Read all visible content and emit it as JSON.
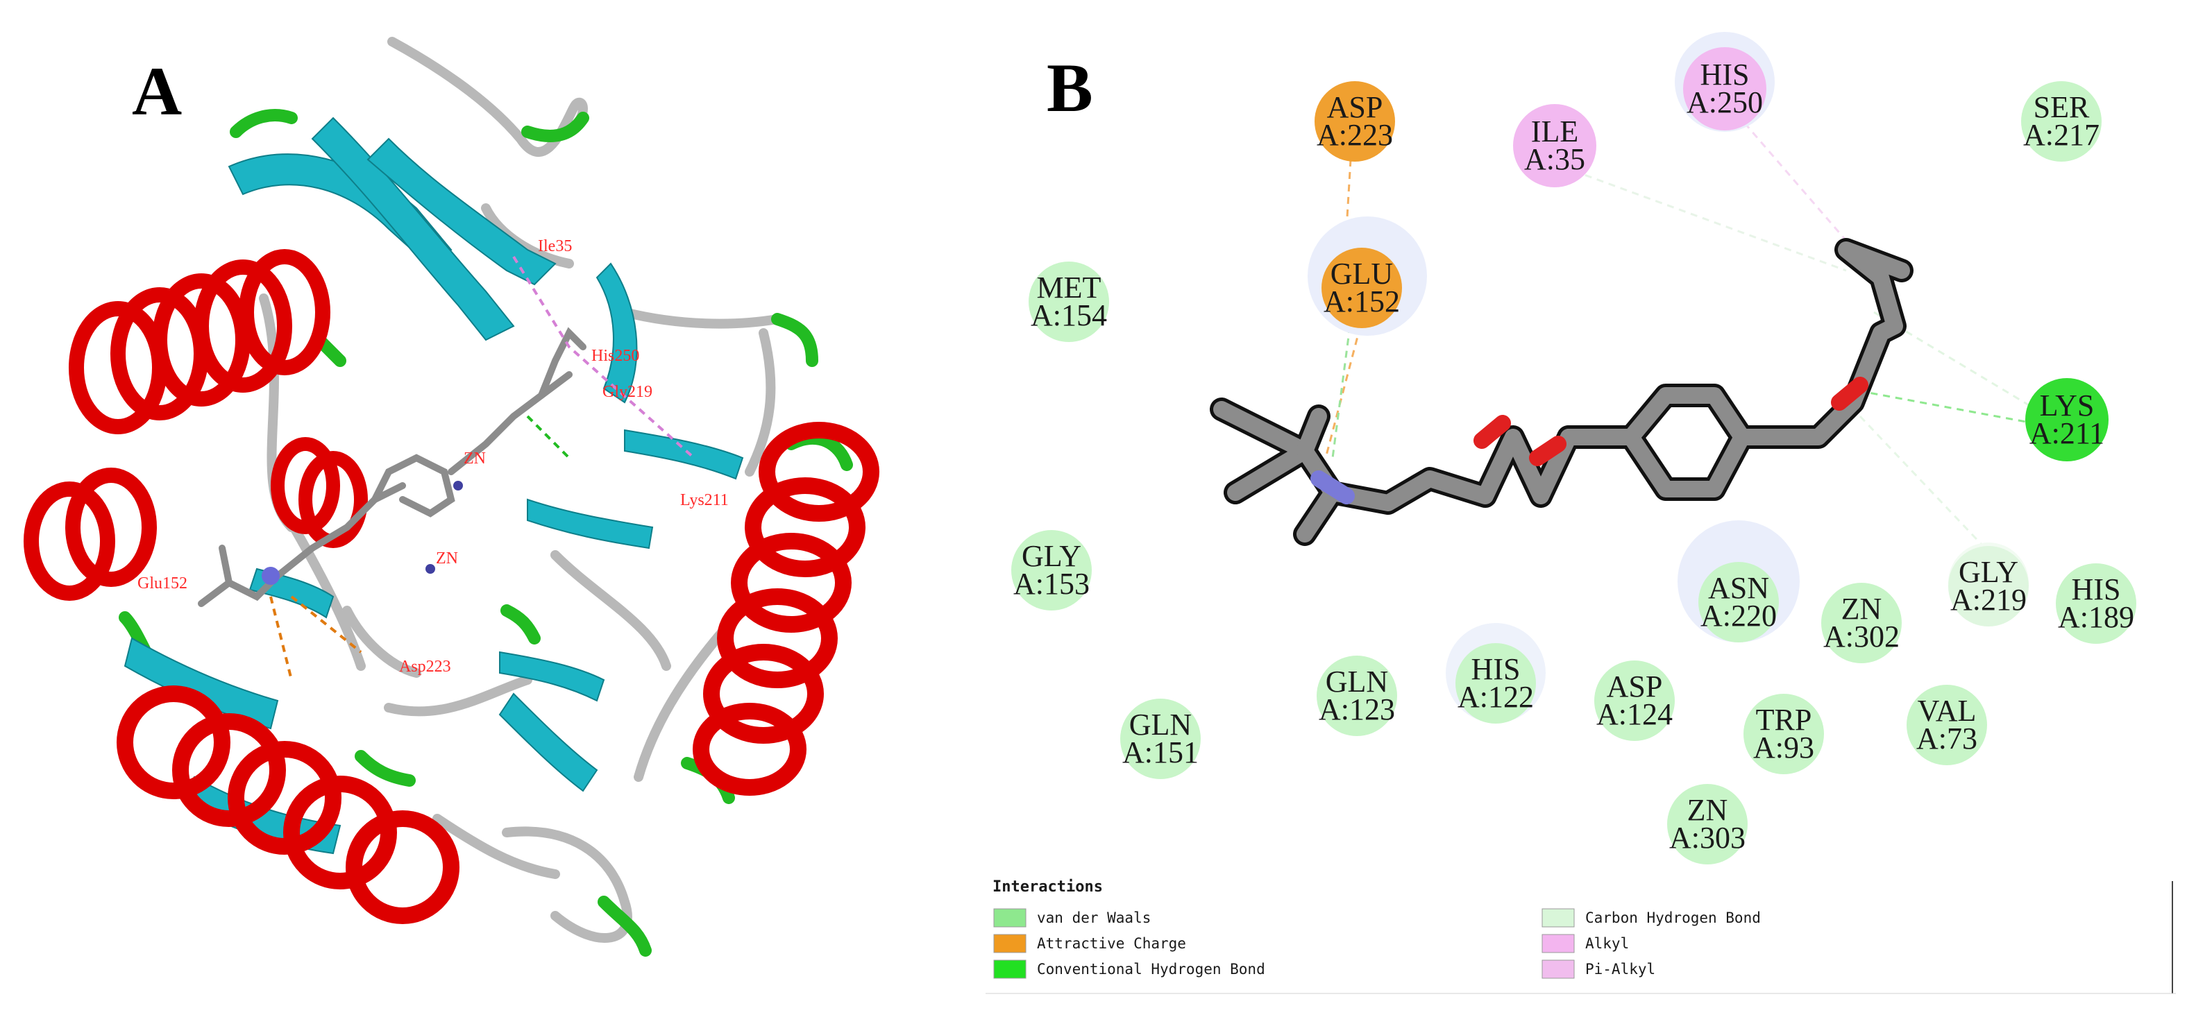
{
  "panels": {
    "a_label": "A",
    "b_label": "B"
  },
  "panel_a": {
    "residue_labels": [
      "Ile35",
      "His250",
      "Gly219",
      "Lys211",
      "Glu152",
      "Asp223"
    ],
    "zn_labels": [
      "ZN",
      "ZN"
    ]
  },
  "panel_b": {
    "residues": [
      {
        "name": "ASP",
        "id": "A:223",
        "type": "Attractive Charge",
        "color": "#f0a030"
      },
      {
        "name": "GLU",
        "id": "A:152",
        "type": "Attractive Charge",
        "color": "#f0a030"
      },
      {
        "name": "ILE",
        "id": "A:35",
        "type": "Alkyl",
        "color": "#f2b9f0"
      },
      {
        "name": "HIS",
        "id": "A:250",
        "type": "Pi-Alkyl",
        "color": "#f2b9f0"
      },
      {
        "name": "SER",
        "id": "A:217",
        "type": "van der Waals",
        "color": "#c8f5c8"
      },
      {
        "name": "MET",
        "id": "A:154",
        "type": "van der Waals",
        "color": "#c8f5c8"
      },
      {
        "name": "LYS",
        "id": "A:211",
        "type": "Conventional Hydrogen Bond",
        "color": "#33dd33"
      },
      {
        "name": "GLY",
        "id": "A:153",
        "type": "van der Waals",
        "color": "#c8f5c8"
      },
      {
        "name": "ASN",
        "id": "A:220",
        "type": "van der Waals",
        "color": "#c8f5c8"
      },
      {
        "name": "GLY",
        "id": "A:219",
        "type": "Carbon Hydrogen Bond",
        "color": "#dff6df"
      },
      {
        "name": "HIS",
        "id": "A:189",
        "type": "van der Waals",
        "color": "#c8f5c8"
      },
      {
        "name": "ZN",
        "id": "A:302",
        "type": "van der Waals",
        "color": "#c8f5c8"
      },
      {
        "name": "GLN",
        "id": "A:123",
        "type": "van der Waals",
        "color": "#c8f5c8"
      },
      {
        "name": "HIS",
        "id": "A:122",
        "type": "van der Waals",
        "color": "#c8f5c8"
      },
      {
        "name": "ASP",
        "id": "A:124",
        "type": "van der Waals",
        "color": "#c8f5c8"
      },
      {
        "name": "TRP",
        "id": "A:93",
        "type": "van der Waals",
        "color": "#c8f5c8"
      },
      {
        "name": "VAL",
        "id": "A:73",
        "type": "van der Waals",
        "color": "#c8f5c8"
      },
      {
        "name": "GLN",
        "id": "A:151",
        "type": "van der Waals",
        "color": "#c8f5c8"
      },
      {
        "name": "ZN",
        "id": "A:303",
        "type": "van der Waals",
        "color": "#c8f5c8"
      }
    ],
    "legend": {
      "title": "Interactions",
      "items": [
        {
          "label": "van der Waals",
          "color": "#8ee88e"
        },
        {
          "label": "Attractive Charge",
          "color": "#f09a1f"
        },
        {
          "label": "Conventional Hydrogen Bond",
          "color": "#22e022"
        },
        {
          "label": "Carbon Hydrogen Bond",
          "color": "#d9f6d9"
        },
        {
          "label": "Alkyl",
          "color": "#f3b5ef"
        },
        {
          "label": "Pi-Alkyl",
          "color": "#f1bdee"
        }
      ]
    }
  },
  "colors": {
    "helix": "#dd0000",
    "strand": "#1cb4c4",
    "turn": "#22bb22",
    "coil": "#b8b8b8"
  }
}
